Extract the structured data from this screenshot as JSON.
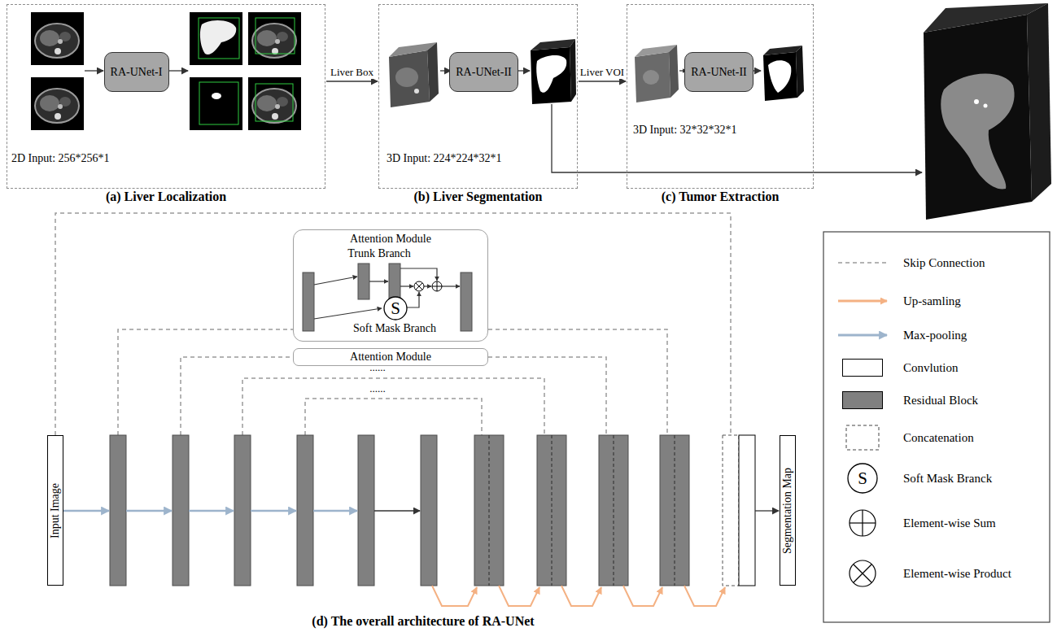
{
  "diagram": {
    "nodes": [
      {
        "text": [
          "(a) Liver Localization"
        ]
      },
      {
        "text": [
          "RA-UNet-I"
        ],
        "in": 0
      },
      {
        "text": [
          "(b) Liver Segmentation"
        ]
      },
      {
        "text": [
          "RA-UNet-II"
        ],
        "in": 2
      },
      {
        "text": [
          "(c) Tumor Extraction"
        ]
      },
      {
        "text": [
          "RA-UNet-II"
        ],
        "in": 4
      },
      {
        "text": [
          "Attention Module"
        ]
      },
      {
        "text": [
          "S"
        ],
        "in": 6
      },
      {
        "text": [
          "Attention Module"
        ]
      },
      {
        "text": [
          "Input Image"
        ]
      },
      {
        "text": [
          "Segmentation Map"
        ]
      }
    ],
    "edges": [
      {
        "from": 0,
        "to": 2,
        "arrow": "to",
        "label": "Liver Box"
      },
      {
        "from": 2,
        "to": 4,
        "arrow": "to",
        "label": "Liver VOI"
      }
    ],
    "labels": [
      "2D Input: 256*256*1",
      "3D Input: 224*224*32*1",
      "3D Input: 32*32*32*1",
      "Trunk Branch",
      "Soft Mask Branch",
      "......",
      "......",
      "S",
      "(d) The overall architecture of RA-UNet"
    ],
    "legend": [
      {
        "text": "Skip Connection"
      },
      {
        "text": "Up-samling"
      },
      {
        "text": "Max-pooling"
      },
      {
        "text": "Convlution",
        "color": "#ffffff"
      },
      {
        "text": "Residual Block",
        "color": "#808080"
      },
      {
        "text": "Concatenation"
      },
      {
        "text": "Soft Mask Branck"
      },
      {
        "text": "Element-wise Sum"
      },
      {
        "text": "Element-wise Product"
      }
    ]
  }
}
